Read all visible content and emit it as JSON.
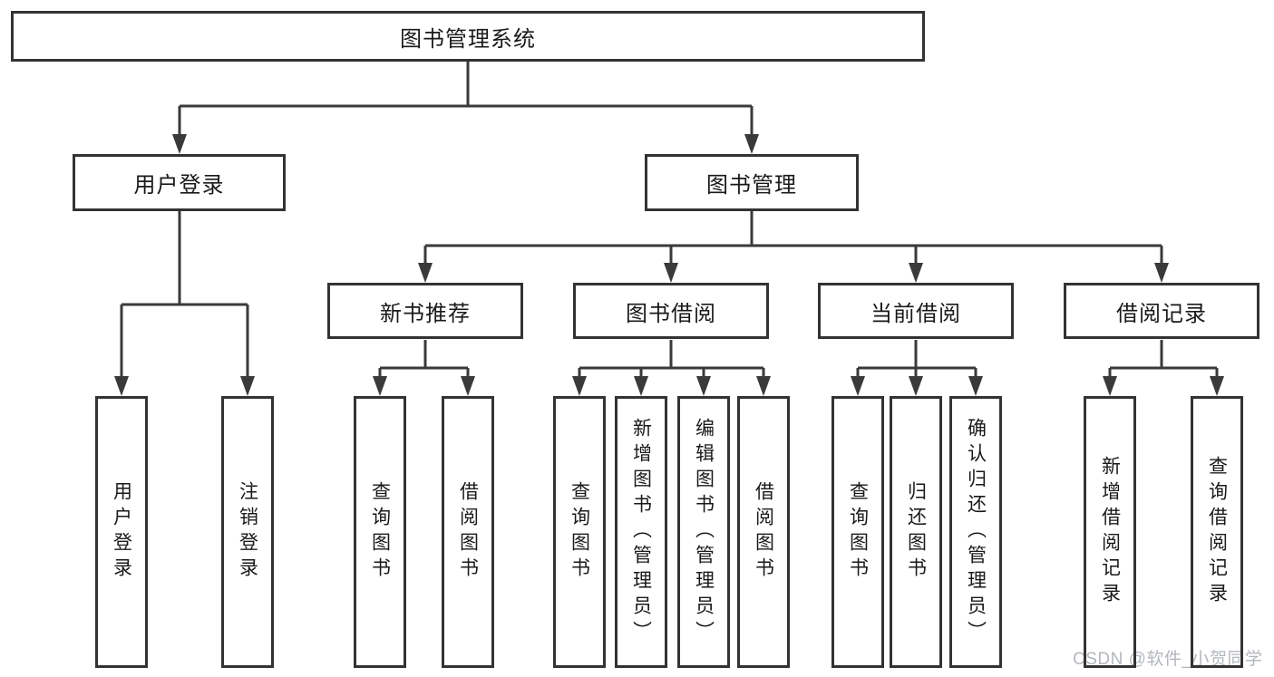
{
  "colors": {
    "background": "#ffffff",
    "line": "#3a3a3a",
    "border": "#333333",
    "fill": "#ffffff",
    "text": "#1a1a1a",
    "watermark": "#b3b7bd"
  },
  "watermark": {
    "text": "CSDN @软件_小贺同学"
  },
  "nodes": {
    "root": {
      "label": "图书管理系统"
    },
    "user_login": {
      "label": "用户登录"
    },
    "book_manage": {
      "label": "图书管理"
    },
    "new_book_recommend": {
      "label": "新书推荐"
    },
    "book_borrow": {
      "label": "图书借阅"
    },
    "current_borrow": {
      "label": "当前借阅"
    },
    "borrow_record": {
      "label": "借阅记录"
    },
    "leaf_user_login": {
      "label": "用户登录"
    },
    "leaf_logout_login": {
      "label": "注销登录"
    },
    "leaf_nb_query_book": {
      "label": "查询图书"
    },
    "leaf_nb_borrow_book": {
      "label": "借阅图书"
    },
    "leaf_bb_query_book": {
      "label": "查询图书"
    },
    "leaf_bb_add_book": {
      "label": "新增图书（管理员）"
    },
    "leaf_bb_edit_book": {
      "label": "编辑图书（管理员）"
    },
    "leaf_bb_borrow_book": {
      "label": "借阅图书"
    },
    "leaf_cb_query_book": {
      "label": "查询图书"
    },
    "leaf_cb_return_book": {
      "label": "归还图书"
    },
    "leaf_cb_confirm_return": {
      "label": "确认归还（管理员）"
    },
    "leaf_br_add_record": {
      "label": "新增借阅记录"
    },
    "leaf_br_query_record": {
      "label": "查询借阅记录"
    }
  }
}
